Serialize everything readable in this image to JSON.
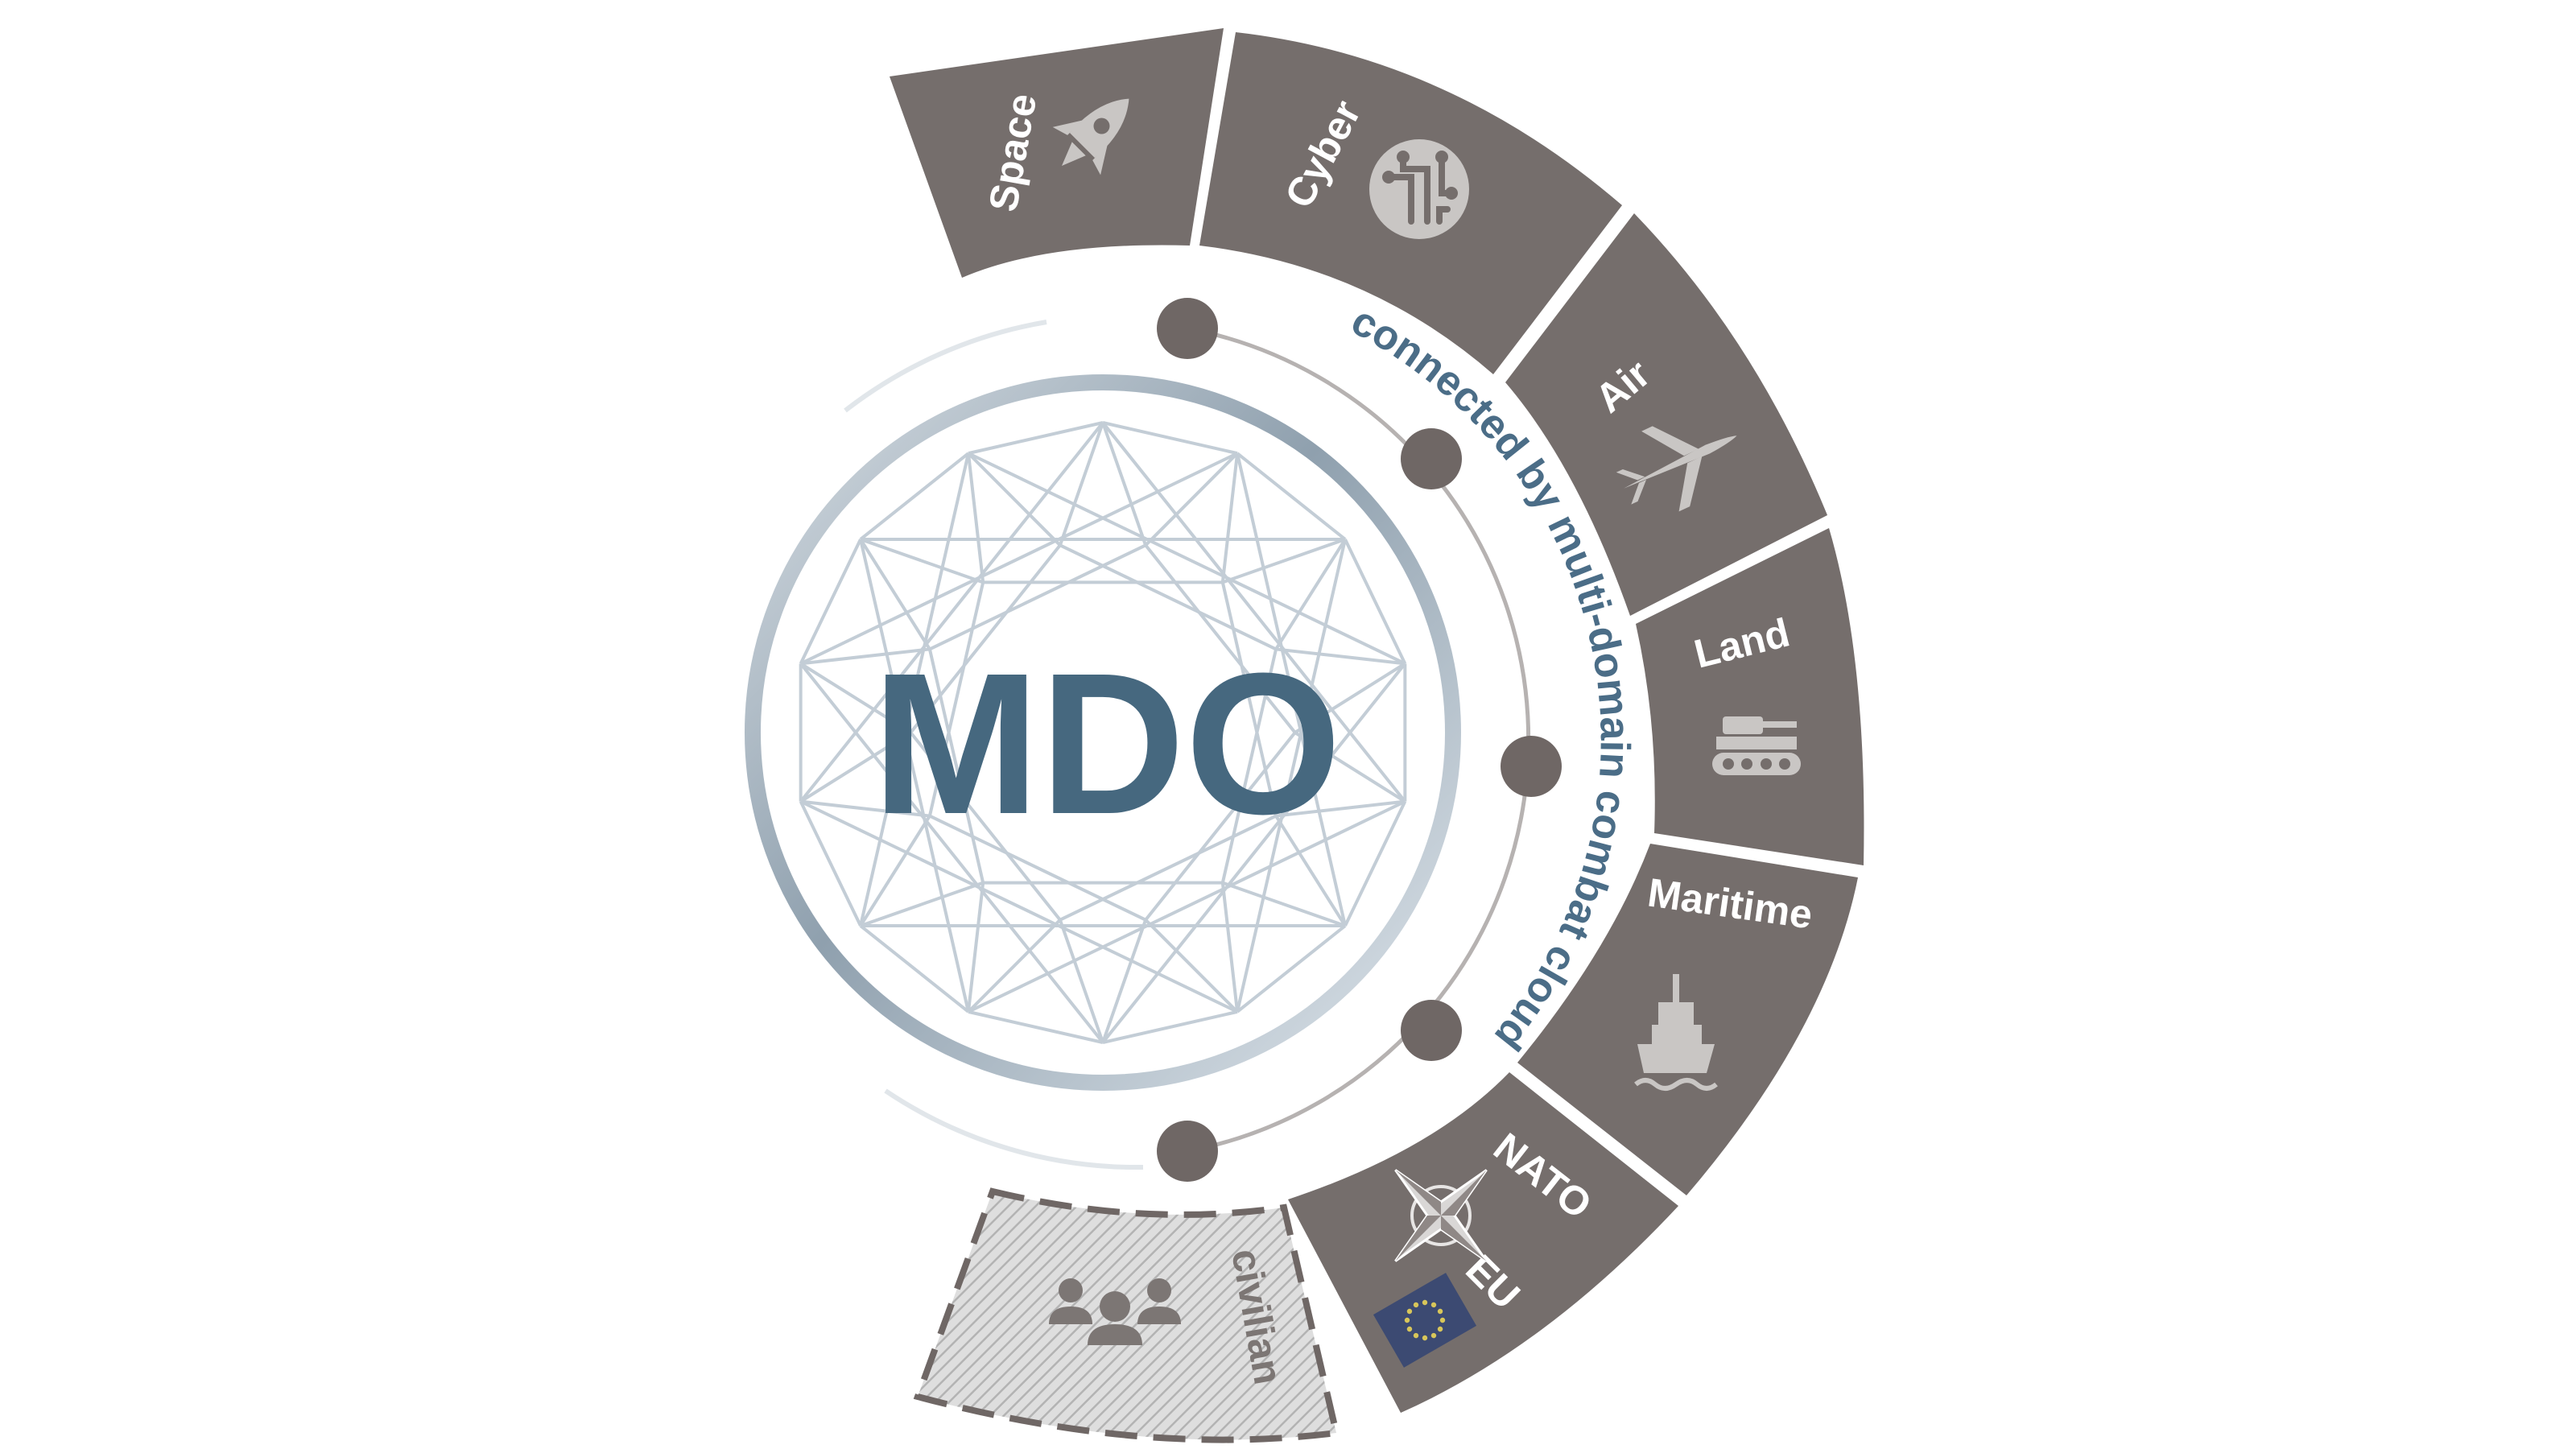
{
  "center": {
    "title": "MDO"
  },
  "arc_caption": "connected by multi-domain combat cloud",
  "domains": [
    {
      "label": "Space",
      "icon": "rocket-icon"
    },
    {
      "label": "Cyber",
      "icon": "circuit-icon"
    },
    {
      "label": "Air",
      "icon": "jet-icon"
    },
    {
      "label": "Land",
      "icon": "tank-icon"
    },
    {
      "label": "Maritime",
      "icon": "warship-icon"
    },
    {
      "label": "NATO",
      "icon": "nato-compass-icon"
    },
    {
      "label": "EU",
      "icon": "eu-flag-icon"
    },
    {
      "label": "civilian",
      "icon": "people-group-icon"
    }
  ],
  "colors": {
    "segment": "#756e6c",
    "title": "#46687f",
    "caption": "#4b6d87",
    "node": "#6f6765",
    "civilian_hatch": "#cfcfcf"
  }
}
